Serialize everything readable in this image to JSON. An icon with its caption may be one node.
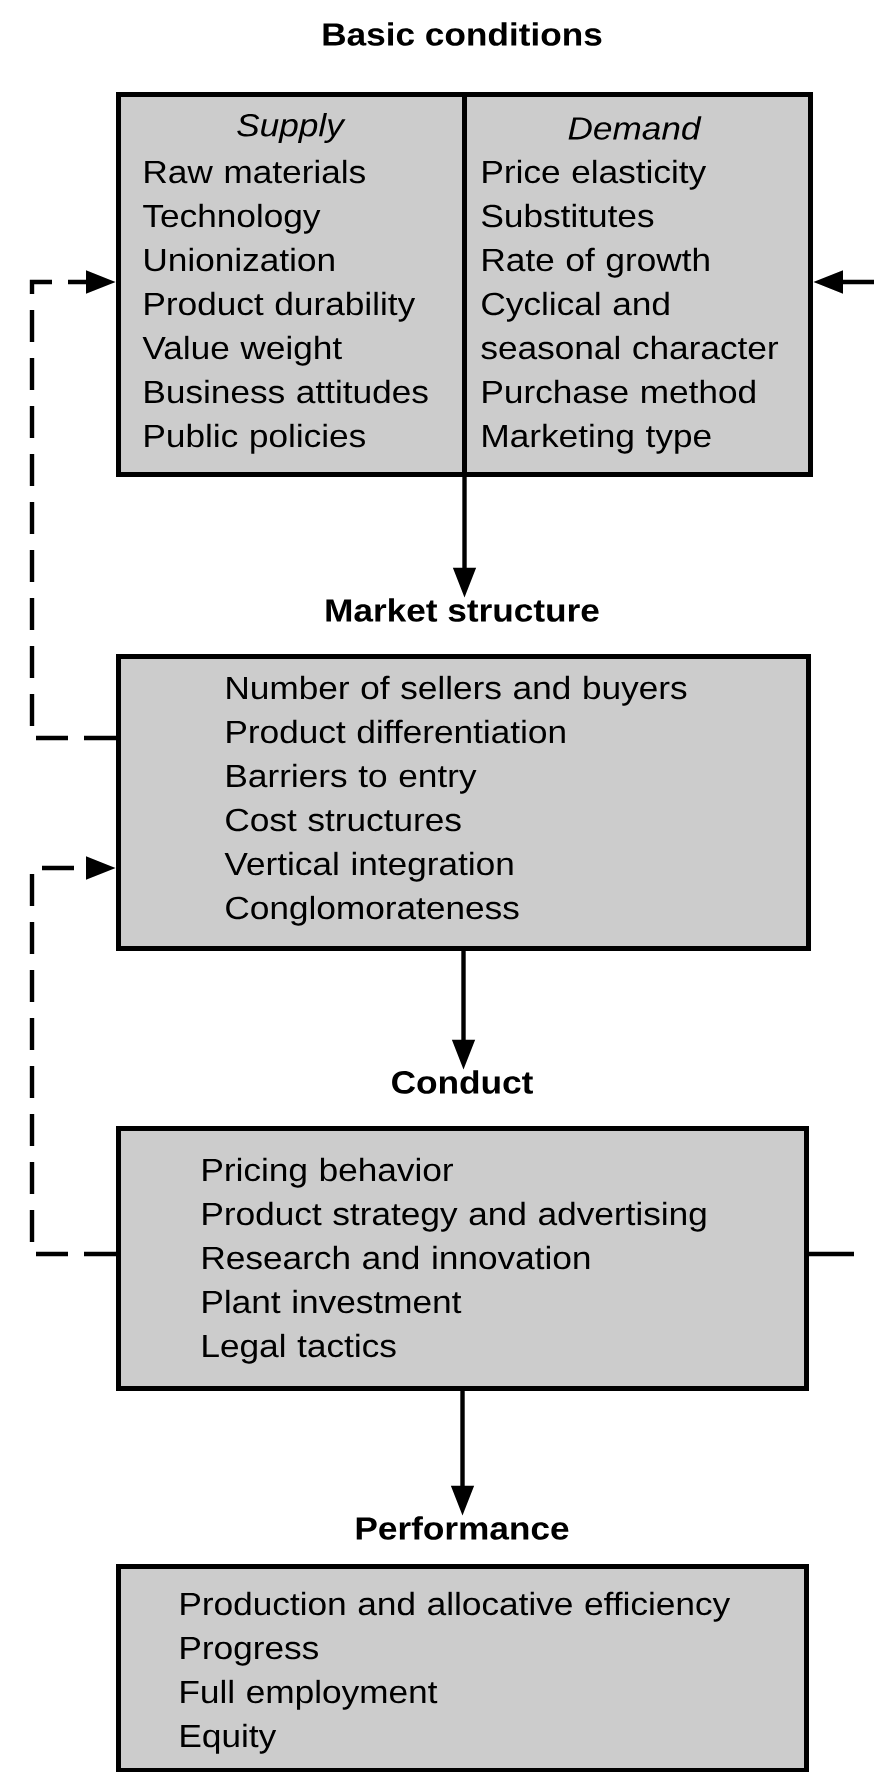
{
  "diagram": {
    "nodes": [
      {
        "text": [
          "Basic conditions"
        ]
      },
      {
        "text": [
          "Supply",
          "Raw materials",
          "Technology",
          "Unionization",
          "Product durability",
          "Value weight",
          "Business attitudes",
          "Public policies"
        ],
        "in": 0
      },
      {
        "text": [
          "Demand",
          "Price elasticity",
          "Substitutes",
          "Rate of growth",
          "Cyclical and seasonal character",
          "Purchase method",
          "Marketing type"
        ],
        "in": 0
      },
      {
        "text": [
          "Market structure",
          "Number of sellers and buyers",
          "Product differentiation",
          "Barriers to entry",
          "Cost structures",
          "Vertical integration",
          "Conglomorateness"
        ]
      },
      {
        "text": [
          "Conduct",
          "Pricing behavior",
          "Product strategy and advertising",
          "Research and innovation",
          "Plant investment",
          "Legal tactics"
        ]
      },
      {
        "text": [
          "Performance",
          "Production and allocative efficiency",
          "Progress",
          "Full employment",
          "Equity"
        ]
      }
    ],
    "edges": [
      {
        "from": 0,
        "to": 3,
        "arrow": "to"
      },
      {
        "from": 3,
        "to": 4,
        "arrow": "to"
      },
      {
        "from": 4,
        "to": 5,
        "arrow": "to"
      },
      {
        "from": 3,
        "to": 0,
        "arrow": "to",
        "style": "dashed"
      },
      {
        "from": 4,
        "to": 3,
        "arrow": "to",
        "style": "dashed"
      },
      {
        "from": 4,
        "to": null,
        "arrow": "none"
      },
      {
        "from": null,
        "to": 0,
        "arrow": "to"
      }
    ]
  }
}
